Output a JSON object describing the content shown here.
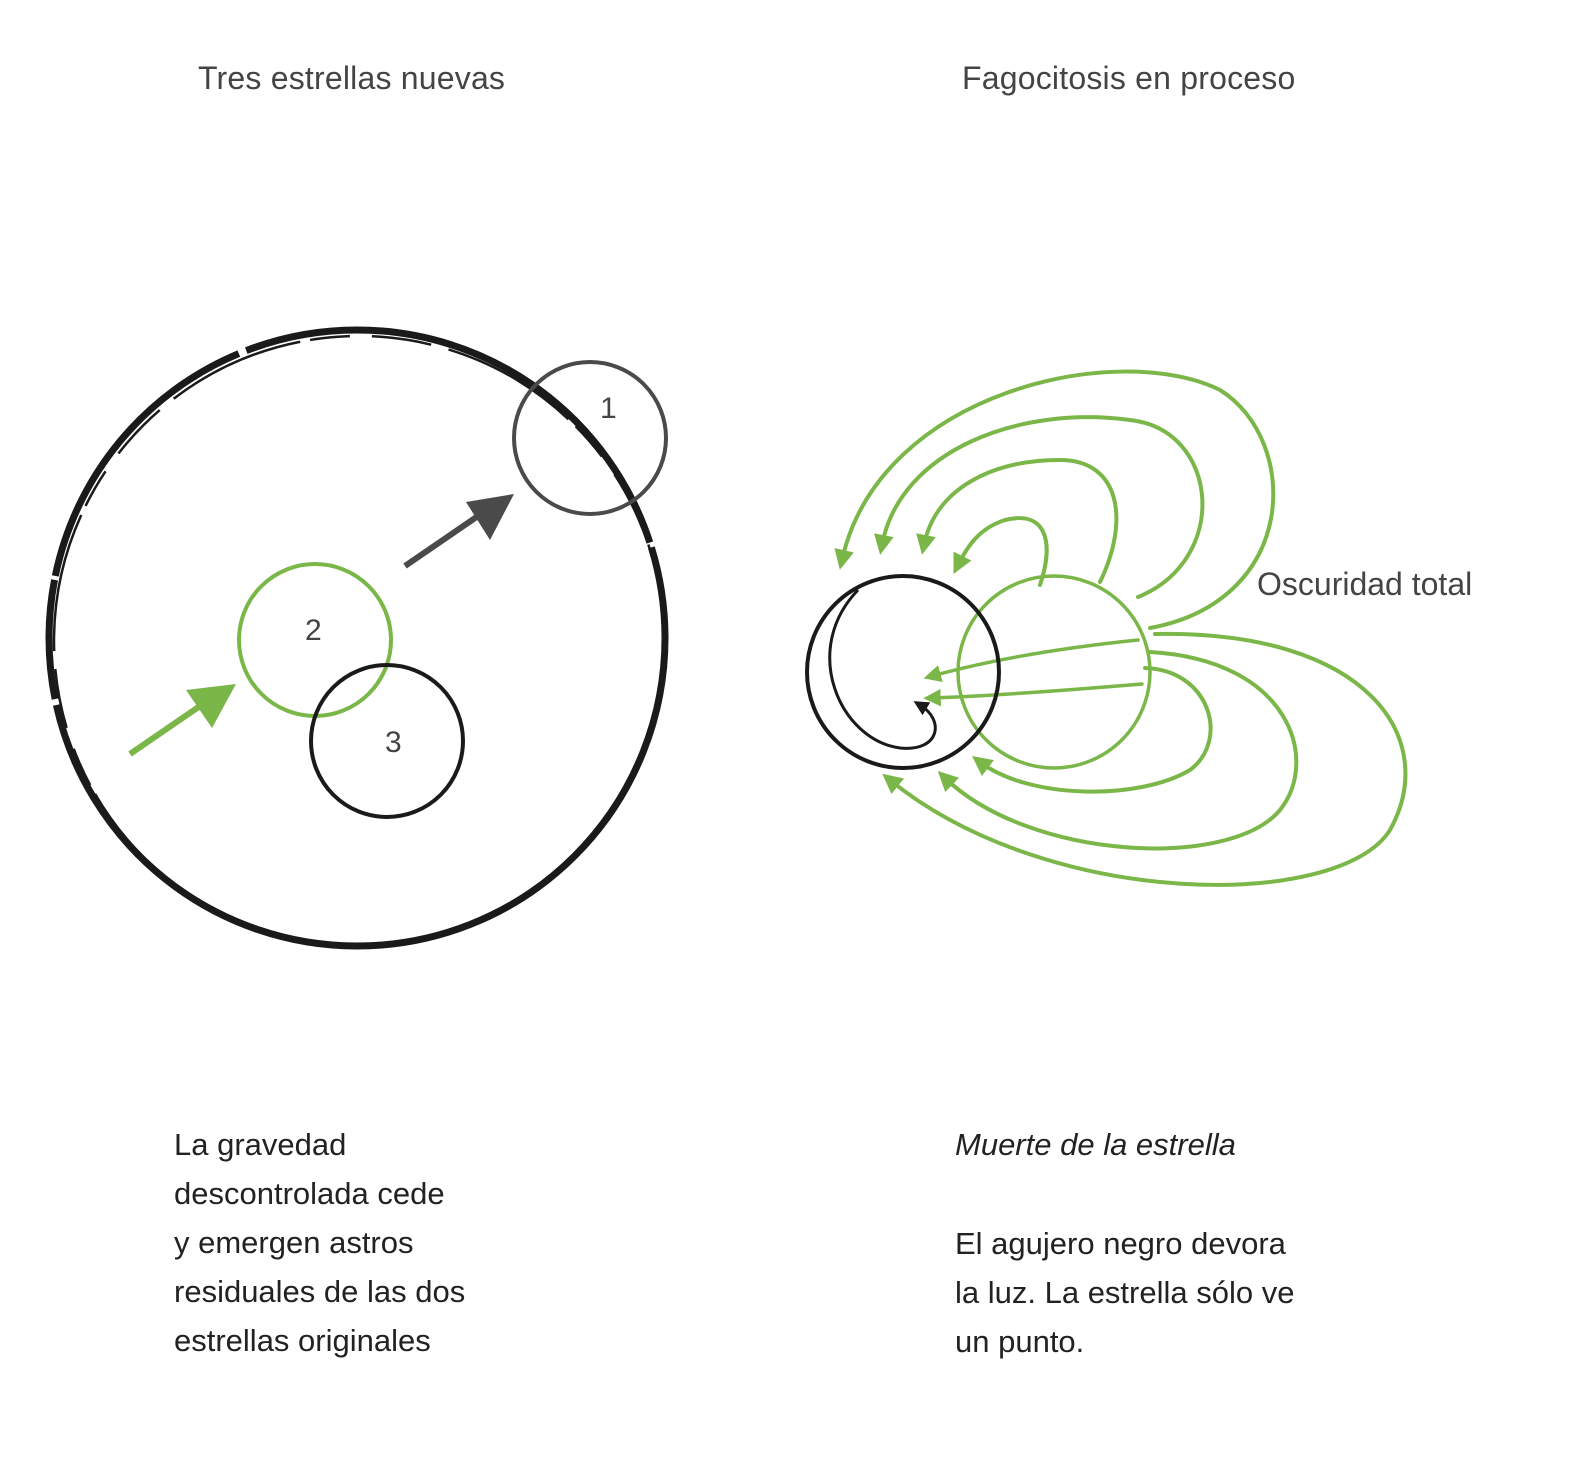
{
  "left_panel": {
    "title": "Tres estrellas nuevas",
    "star_labels": [
      "1",
      "2",
      "3"
    ],
    "caption_lines": [
      "La gravedad",
      "descontrolada cede",
      "y emergen astros",
      "residuales de las dos",
      "estrellas originales"
    ]
  },
  "right_panel": {
    "title": "Fagocitosis en proceso",
    "side_label": "Oscuridad total",
    "caption_heading": "Muerte de la estrella",
    "caption_lines": [
      "El agujero negro devora",
      "la luz. La estrella sólo ve",
      "un punto."
    ]
  },
  "colors": {
    "green": "#7ab648",
    "black": "#1a1a1a",
    "dark_gray": "#4a4a4a",
    "text": "#222222"
  }
}
